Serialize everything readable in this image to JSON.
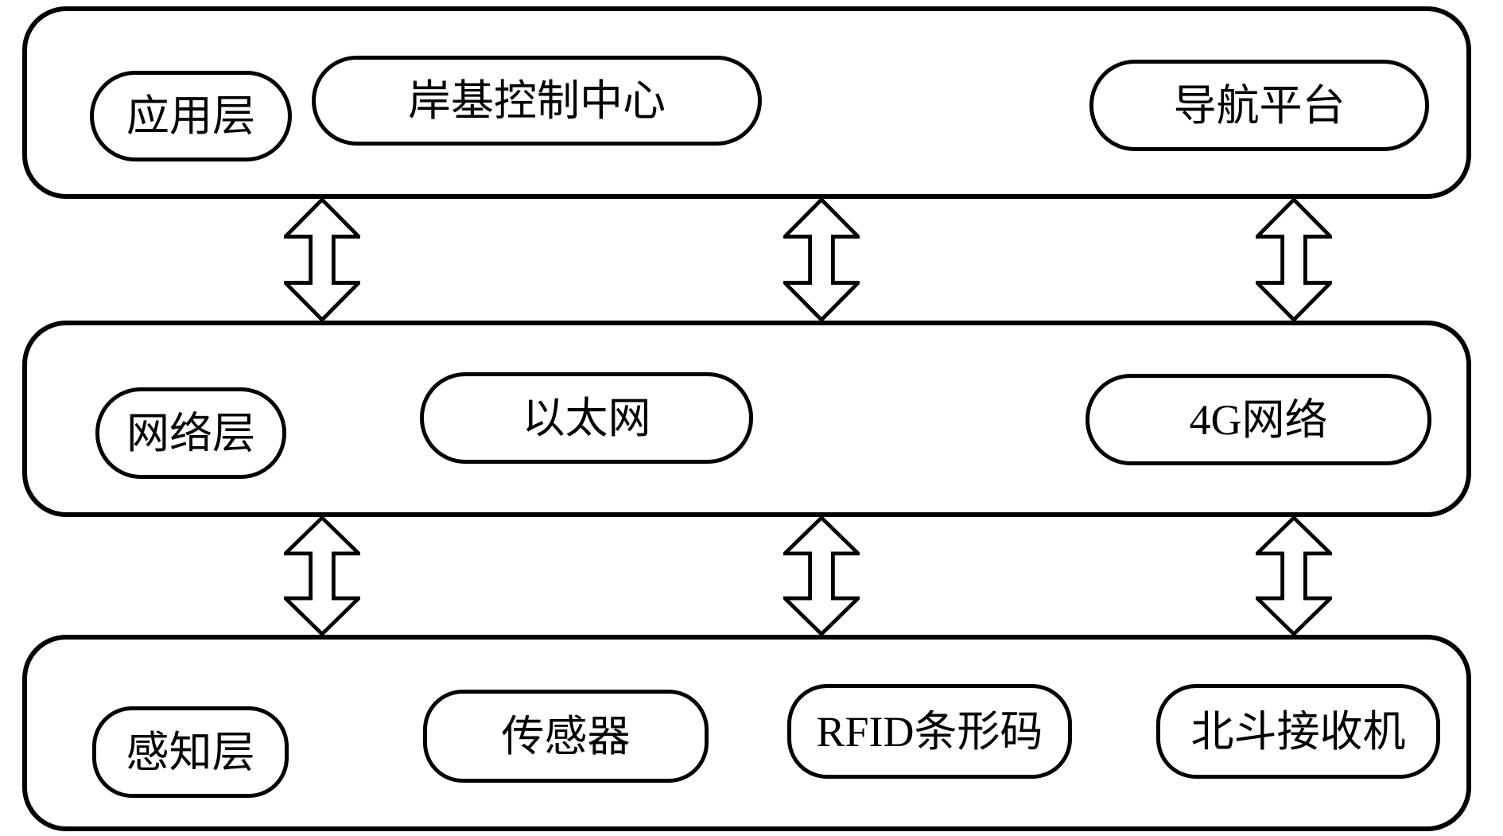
{
  "layers": {
    "application": {
      "label": "应用层",
      "nodes": {
        "shore_control": "岸基控制中心",
        "nav_platform": "导航平台"
      }
    },
    "network": {
      "label": "网络层",
      "nodes": {
        "ethernet": "以太网",
        "g4": "4G网络"
      }
    },
    "perception": {
      "label": "感知层",
      "nodes": {
        "sensor": "传感器",
        "rfid": "RFID条形码",
        "beidou": "北斗接收机"
      }
    }
  },
  "connectors": {
    "type": "double-headed-vertical-arrow",
    "count_per_gap": 3
  },
  "colors": {
    "stroke": "#000000",
    "background": "#ffffff"
  }
}
